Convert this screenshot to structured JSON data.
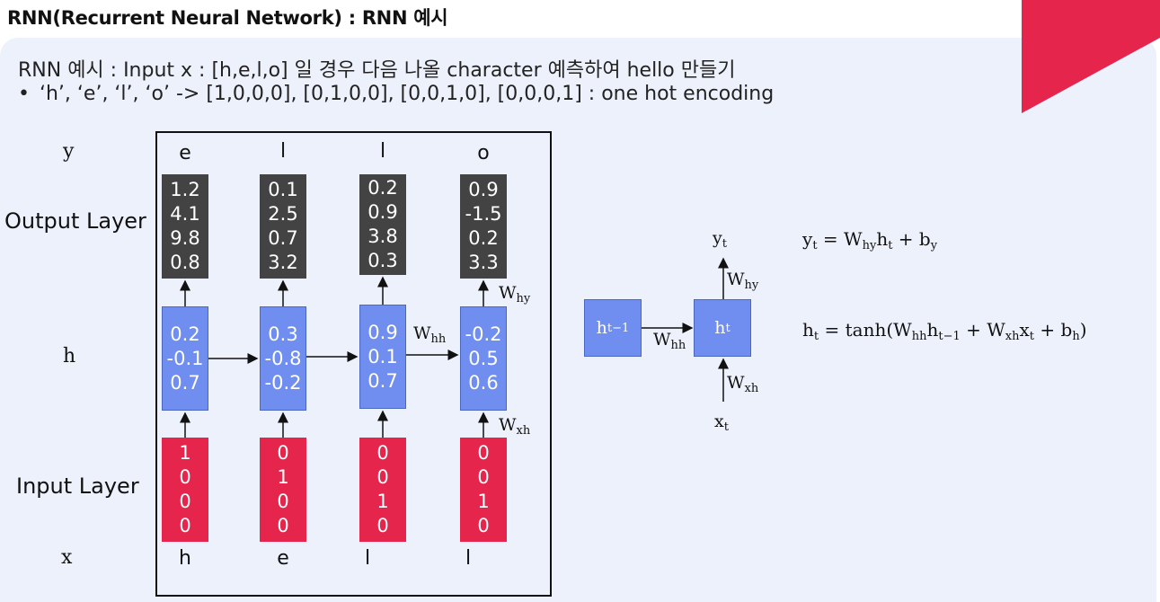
{
  "header": {
    "title": "RNN(Recurrent Neural Network) : RNN 예시",
    "accent_color": "#e5254b"
  },
  "description": {
    "line1": "RNN 예시 : Input x : [h,e,l,o] 일 경우 다음 나올 character 예측하여 hello 만들기",
    "bullet": "•",
    "line2": "‘h’, ‘e’, ‘l’, ‘o’ -> [1,0,0,0], [0,1,0,0], [0,0,1,0], [0,0,0,1] : one hot encoding"
  },
  "diagram": {
    "row_labels": {
      "y": "y",
      "output": "Output Layer",
      "h": "h",
      "input": "Input Layer",
      "x": "x"
    },
    "outputs_chars": [
      "e",
      "l",
      "l",
      "o"
    ],
    "inputs_chars": [
      "h",
      "e",
      "l",
      "l"
    ],
    "output_values": [
      [
        "1.2",
        "4.1",
        "9.8",
        "0.8"
      ],
      [
        "0.1",
        "2.5",
        "0.7",
        "3.2"
      ],
      [
        "0.2",
        "0.9",
        "3.8",
        "0.3"
      ],
      [
        "0.9",
        "-1.5",
        "0.2",
        "3.3"
      ]
    ],
    "hidden_values": [
      [
        "0.2",
        "-0.1",
        "0.7"
      ],
      [
        "0.3",
        "-0.8",
        "-0.2"
      ],
      [
        "0.9",
        "0.1",
        "0.7"
      ],
      [
        "-0.2",
        "0.5",
        "0.6"
      ]
    ],
    "input_values": [
      [
        "1",
        "0",
        "0",
        "0"
      ],
      [
        "0",
        "1",
        "0",
        "0"
      ],
      [
        "0",
        "0",
        "1",
        "0"
      ],
      [
        "0",
        "0",
        "1",
        "0"
      ]
    ],
    "weights": {
      "W": "W",
      "hy": "hy",
      "hh": "hh",
      "xh": "xh"
    }
  },
  "cell": {
    "h": "h",
    "t": "t",
    "t_minus_1": "t−1",
    "y": "y",
    "x": "x",
    "W": "W",
    "hy": "hy",
    "hh": "hh",
    "xh": "xh"
  },
  "equations": {
    "eq1": "y_t = W_hy h_t + b_y",
    "eq2": "h_t = tanh(W_hh h_t−1 + W_xh x_t + b_h)",
    "tanh": "tanh",
    "plus": "+",
    "equals": "=",
    "b": "b",
    "y_sub": "y",
    "h_sub": "h"
  }
}
